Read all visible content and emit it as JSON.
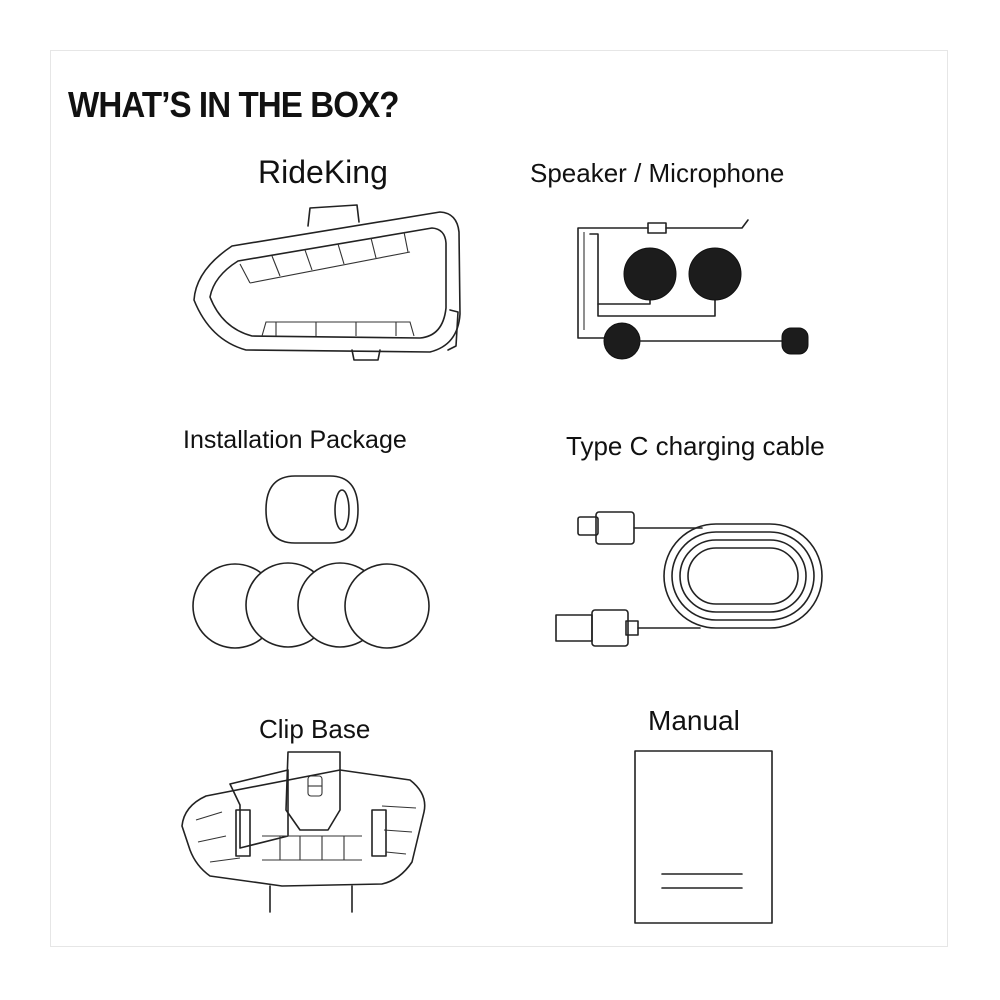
{
  "heading": "WHAT’S IN THE BOX?",
  "items": {
    "device": "RideKing",
    "speaker_mic": "Speaker / Microphone",
    "installation": "Installation Package",
    "cable": "Type C charging cable",
    "clip_base": "Clip Base",
    "manual": "Manual"
  },
  "colors": {
    "background": "#ffffff",
    "line_art": "#222222",
    "text": "#111111"
  }
}
